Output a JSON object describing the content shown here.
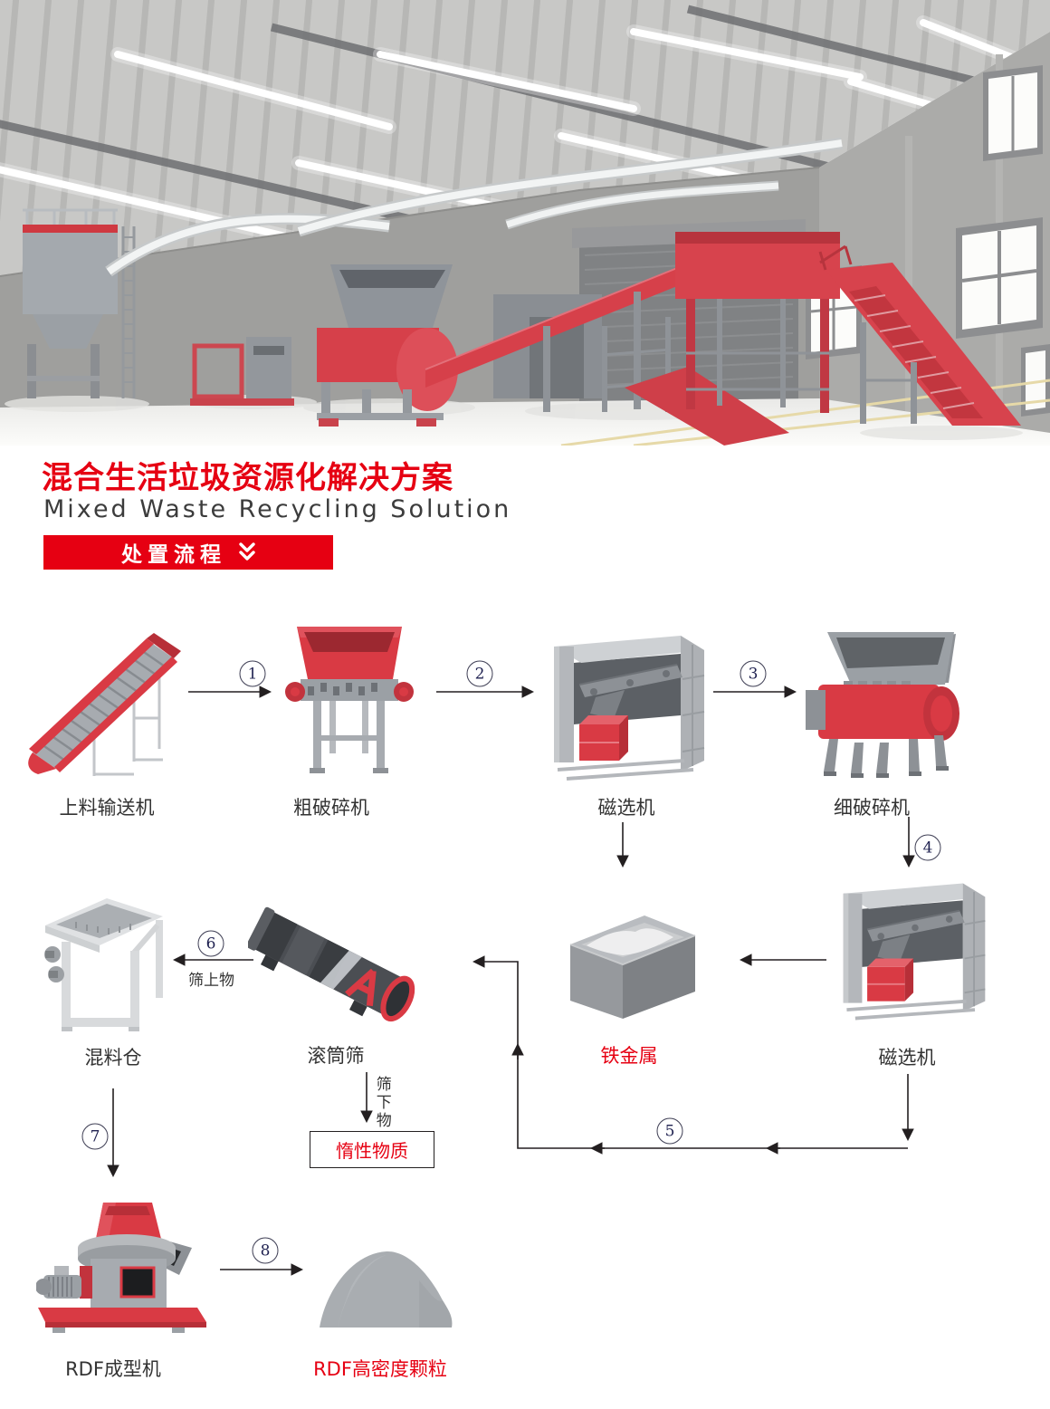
{
  "header": {
    "title_cn": "混合生活垃圾资源化解决方案",
    "title_en": "Mixed Waste Recycling Solution",
    "banner_label": "处置流程"
  },
  "steps": {
    "s1": "1",
    "s2": "2",
    "s3": "3",
    "s4": "4",
    "s5": "5",
    "s6": "6",
    "s7": "7",
    "s8": "8"
  },
  "nodes": {
    "feeding_conveyor": "上料输送机",
    "coarse_shredder": "粗破碎机",
    "magnetic_separator_1": "磁选机",
    "fine_shredder": "细破碎机",
    "mixing_bin": "混料仓",
    "trommel_screen": "滚筒筛",
    "iron_metal": "铁金属",
    "magnetic_separator_2": "磁选机",
    "inert_material": "惰性物质",
    "rdf_machine": "RDF成型机",
    "rdf_pellets": "RDF高密度颗粒"
  },
  "edge_labels": {
    "oversize": "筛上物",
    "undersize": "筛下物"
  },
  "colors": {
    "brand_red": "#e60012",
    "machine_red": "#d93a44",
    "line": "#231f20",
    "step_number": "#1f2150",
    "label_text": "#333333"
  }
}
